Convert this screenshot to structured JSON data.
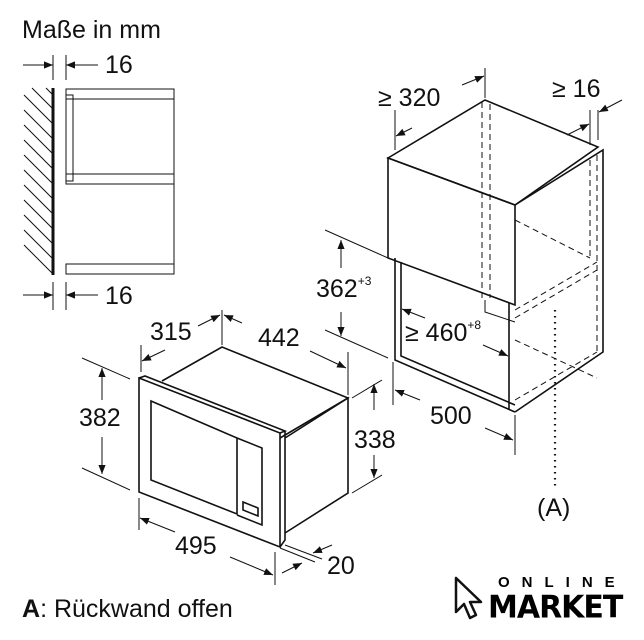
{
  "title": "Maße in mm",
  "side_view": {
    "top_dim": "16",
    "bottom_dim": "16"
  },
  "cabinet": {
    "width_dim": "≥ 320",
    "side_dim": "≥ 16",
    "height_dim": "362",
    "height_tol": "+3",
    "niche_dim": "≥ 460",
    "niche_tol": "+8",
    "depth_dim": "500",
    "marker": "(A)"
  },
  "appliance": {
    "depth_dim": "315",
    "width_body_dim": "442",
    "height_dim": "382",
    "height_body_dim": "338",
    "width_dim": "495",
    "frame_dim": "20"
  },
  "legend": {
    "key": "A",
    "text": ": Rückwand offen"
  },
  "logo": {
    "line1": "ONLINE",
    "line2": "MARKET"
  }
}
